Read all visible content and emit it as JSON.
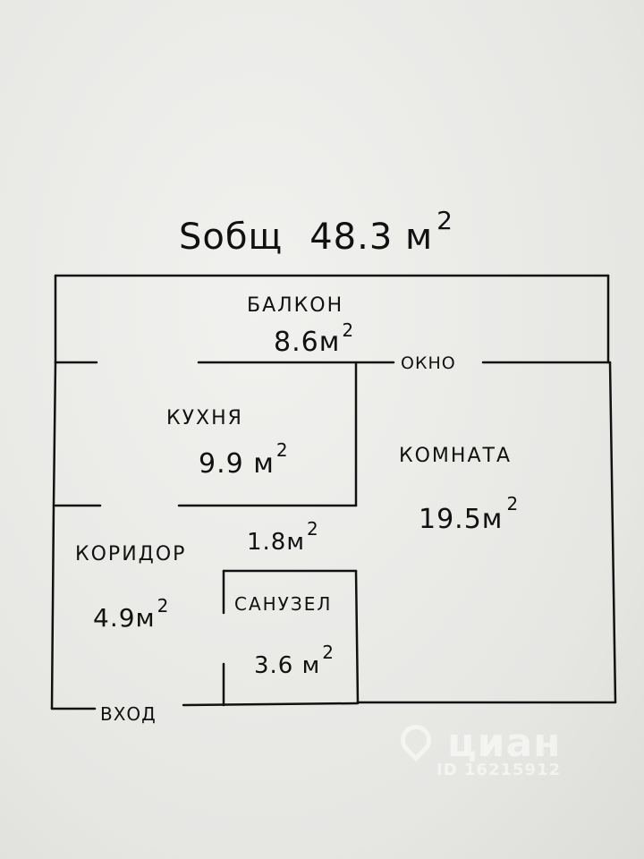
{
  "title": {
    "text": "Sобщ",
    "value": "48.3 м",
    "sup": "2"
  },
  "rooms": {
    "balcony": {
      "label": "БАЛКОН",
      "area": "8.6м",
      "sup": "2"
    },
    "kitchen": {
      "label": "КУХНЯ",
      "area": "9.9 м",
      "sup": "2"
    },
    "room": {
      "label": "КОМНАТА",
      "area": "19.5м",
      "sup": "2"
    },
    "hall": {
      "area": "1.8м",
      "sup": "2"
    },
    "corridor": {
      "label": "КОРИДОР",
      "area": "4.9м",
      "sup": "2"
    },
    "bathroom": {
      "label": "САНУЗЕЛ",
      "area": "3.6 м",
      "sup": "2"
    }
  },
  "markers": {
    "window": "ОКНО",
    "entrance": "ВХОД"
  },
  "watermark": {
    "brand": "циан",
    "id": "ID 16215912"
  },
  "colors": {
    "ink": "#111111",
    "paper": "#ececea"
  }
}
